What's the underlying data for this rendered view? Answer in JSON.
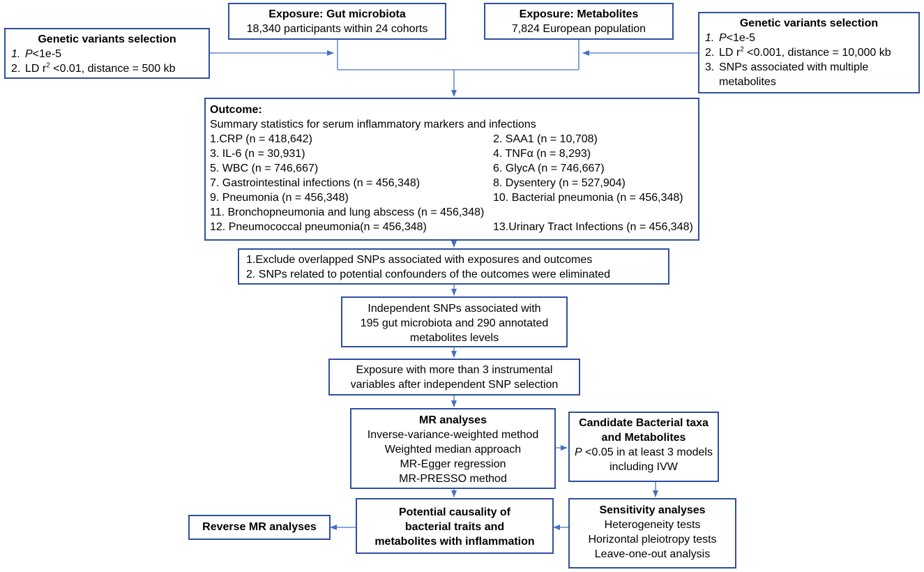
{
  "exposure_gut": {
    "title": "Exposure: Gut microbiota",
    "line": "18,340 participants within 24 cohorts"
  },
  "exposure_met": {
    "title": "Exposure: Metabolites",
    "line": "7,824 European population"
  },
  "gv_left": {
    "title": "Genetic variants selection",
    "items": [
      {
        "num": "1.",
        "p": "P",
        "rest": "<1e-5"
      },
      {
        "num": "2.",
        "pre": "LD r",
        "sup": "2",
        "rest": " <0.01, distance = 500 kb"
      }
    ]
  },
  "gv_right": {
    "title": "Genetic variants selection",
    "items": [
      {
        "num": "1.",
        "p": "P",
        "rest": "<1e-5"
      },
      {
        "num": "2.",
        "pre": "LD r",
        "sup": "2",
        "rest": " <0.001, distance = 10,000 kb"
      },
      {
        "num": "3.",
        "text": "SNPs associated with multiple metabolites"
      }
    ]
  },
  "outcome": {
    "title": "Outcome:",
    "subtitle": "Summary statistics for serum inflammatory markers and infections",
    "rows": [
      [
        "1.CRP (n = 418,642)",
        "2. SAA1 (n = 10,708)"
      ],
      [
        "3. IL-6 (n = 30,931)",
        "4. TNFα (n = 8,293)"
      ],
      [
        "5. WBC (n = 746,667)",
        "6. GlycA (n = 746,667)"
      ],
      [
        "7. Gastrointestinal infections (n = 456,348)",
        "8. Dysentery (n = 527,904)"
      ],
      [
        "9. Pneumonia (n = 456,348)",
        "10. Bacterial pneumonia (n = 456,348)"
      ],
      [
        "11. Bronchopneumonia and lung abscess (n = 456,348)",
        ""
      ],
      [
        "12. Pneumococcal pneumonia(n = 456,348)",
        "13.Urinary Tract Infections (n = 456,348)"
      ]
    ]
  },
  "exclude": {
    "line1": "1.Exclude overlapped SNPs associated with exposures and outcomes",
    "line2": "2. SNPs related to potential confounders of the outcomes were eliminated"
  },
  "independent": {
    "line1": "Independent SNPs associated with",
    "line2": "195 gut microbiota and 290 annotated",
    "line3": "metabolites levels"
  },
  "exposure_more": {
    "line1": "Exposure with more than 3 instrumental",
    "line2": "variables after independent SNP selection"
  },
  "mr": {
    "title": "MR analyses",
    "items": [
      "Inverse-variance-weighted method",
      "Weighted median approach",
      "MR-Egger regression",
      "MR-PRESSO method"
    ]
  },
  "candidate": {
    "title1": "Candidate Bacterial taxa",
    "title2": "and Metabolites",
    "p": "P",
    "line1_rest": " <0.05 in at least 3 models",
    "line2": "including IVW"
  },
  "potential": {
    "line1": "Potential causality of",
    "line2": "bacterial traits and",
    "line3": "metabolites with inflammation"
  },
  "sensitivity": {
    "title": "Sensitivity analyses",
    "items": [
      "Heterogeneity tests",
      "Horizontal pleiotropy tests",
      "Leave-one-out analysis"
    ]
  },
  "reverse": {
    "label": "Reverse MR analyses"
  },
  "colors": {
    "border": "#2f4f9e",
    "arrow": "#4472c4"
  }
}
